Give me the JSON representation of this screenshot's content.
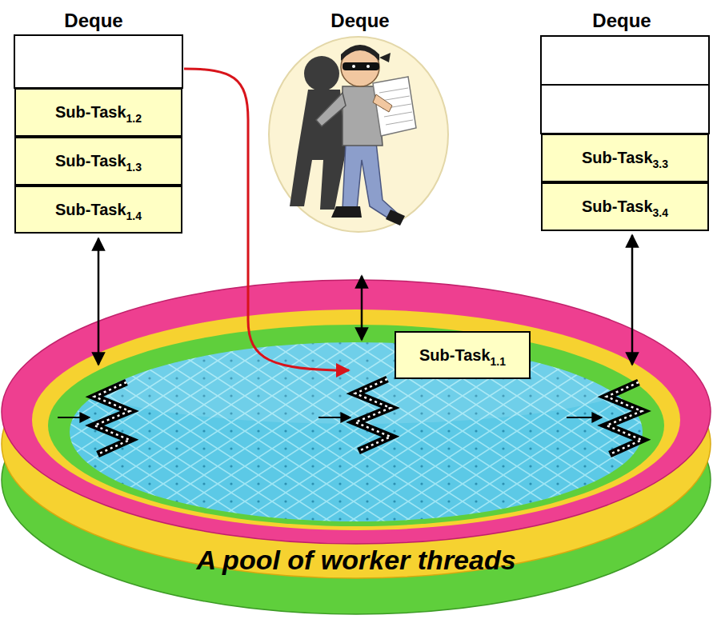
{
  "diagram": {
    "nodes": [
      {
        "text": [
          "Sub-Task",
          "1.2"
        ]
      },
      {
        "text": [
          "Sub-Task",
          "1.3"
        ]
      },
      {
        "text": [
          "Sub-Task",
          "1.4"
        ]
      },
      {
        "text": [
          "Sub-Task",
          "3.3"
        ]
      },
      {
        "text": [
          "Sub-Task",
          "3.4"
        ]
      },
      {
        "text": [
          "Sub-Task",
          "1.1"
        ]
      }
    ],
    "labels": [
      "Deque",
      "Deque",
      "Deque",
      "A pool of worker threads"
    ]
  }
}
